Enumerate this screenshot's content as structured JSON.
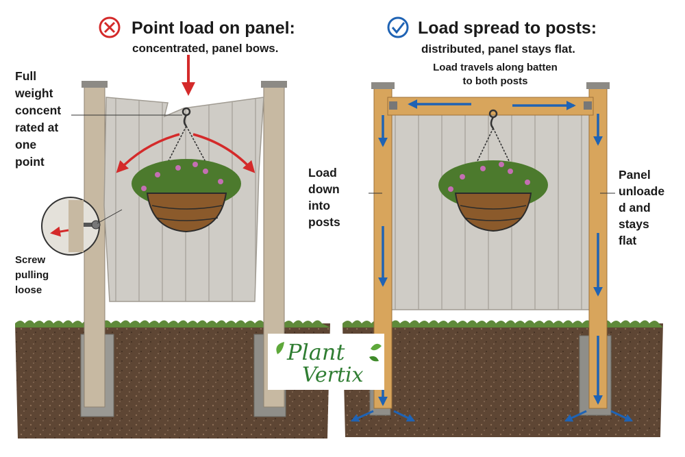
{
  "left_panel": {
    "title": "Point load on panel:",
    "subtitle": "concentrated, panel bows.",
    "status_icon": "red-cross-circle-icon",
    "annotation_weight": [
      "Full",
      "weight",
      "concent",
      "rated at",
      "one",
      "point"
    ],
    "annotation_screw": [
      "Screw",
      "pulling",
      "loose"
    ]
  },
  "right_panel": {
    "title": "Load spread to posts:",
    "subtitle": "distributed, panel stays flat.",
    "status_icon": "blue-check-circle-icon",
    "annotation_batten": [
      "Load travels along batten",
      "to both posts"
    ],
    "annotation_posts": [
      "Load",
      "down",
      "into",
      "posts"
    ],
    "annotation_panel": [
      "Panel",
      "unloade",
      "d and",
      "stays",
      "flat"
    ]
  },
  "logo": {
    "line1": "Plant",
    "line2": "Vertix"
  },
  "colors": {
    "bad": "#d42a2a",
    "good": "#1f63b4",
    "soil": "#5e4634",
    "grass": "#5f8a3a",
    "panel": "#cfccc6",
    "post_grey": "#c7b9a2",
    "post_wood": "#d8a55c",
    "logo_green": "#2f7d32"
  }
}
